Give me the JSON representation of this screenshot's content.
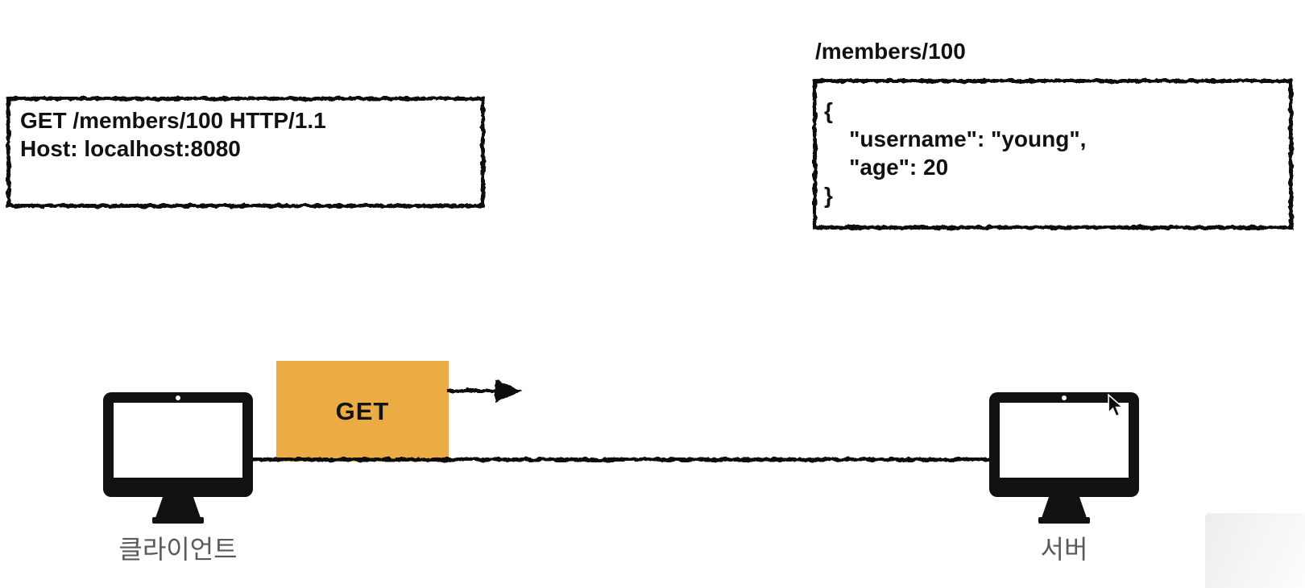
{
  "canvas": {
    "background": "#ffffff"
  },
  "request_box": {
    "lines": [
      "GET /members/100 HTTP/1.1",
      "Host: localhost:8080"
    ]
  },
  "response": {
    "title": "/members/100",
    "lines": [
      "{",
      "    \"username\": \"young\",",
      "    \"age\": 20",
      "}"
    ]
  },
  "message": {
    "label": "GET",
    "bg_color": "#EBAC45"
  },
  "nodes": {
    "client": {
      "label": "클라이언트"
    },
    "server": {
      "label": "서버"
    }
  },
  "colors": {
    "ink": "#111111",
    "label_gray": "#5a5a5a",
    "accent_orange": "#EBAC45",
    "monitor_black": "#111111"
  }
}
